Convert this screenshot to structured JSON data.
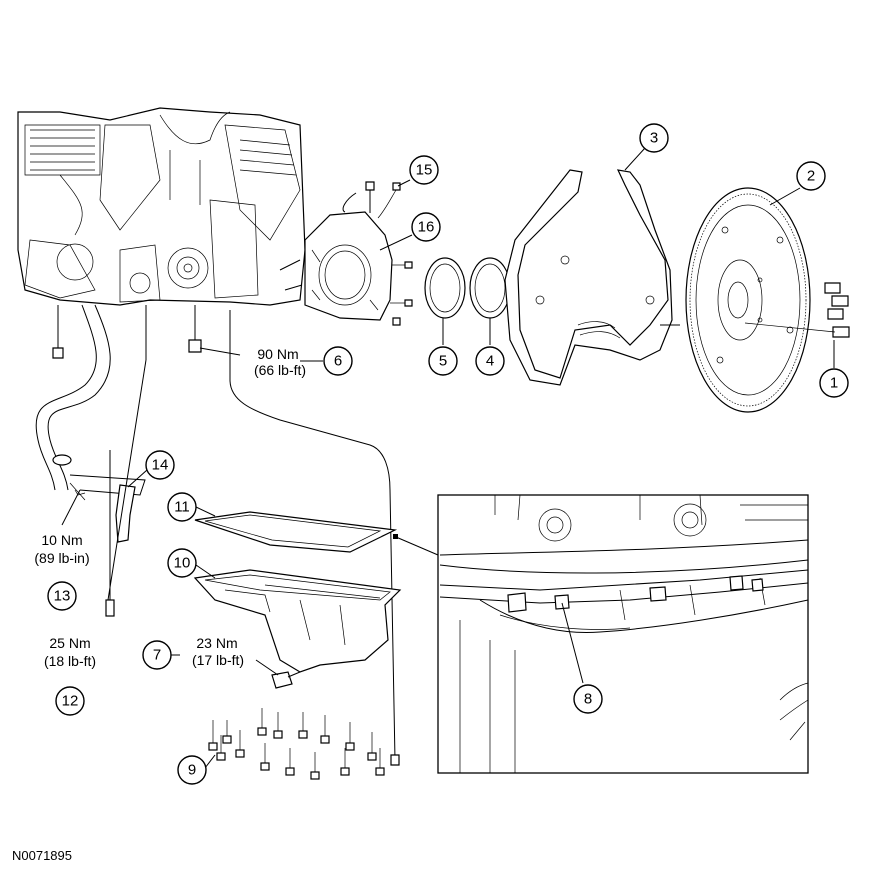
{
  "figure_id": "N0071895",
  "callouts": {
    "c1": "1",
    "c2": "2",
    "c3": "3",
    "c4": "4",
    "c5": "5",
    "c6": "6",
    "c7": "7",
    "c8": "8",
    "c9": "9",
    "c10": "10",
    "c11": "11",
    "c12": "12",
    "c13": "13",
    "c14": "14",
    "c15": "15",
    "c16": "16"
  },
  "torque": {
    "t6_metric": "90 Nm",
    "t6_imperial": "(66 lb-ft)",
    "t7_metric": "23 Nm",
    "t7_imperial": "(17 lb-ft)",
    "t13_metric": "10 Nm",
    "t13_imperial": "(89 lb-in)",
    "t12_metric": "25 Nm",
    "t12_imperial": "(18 lb-ft)"
  }
}
